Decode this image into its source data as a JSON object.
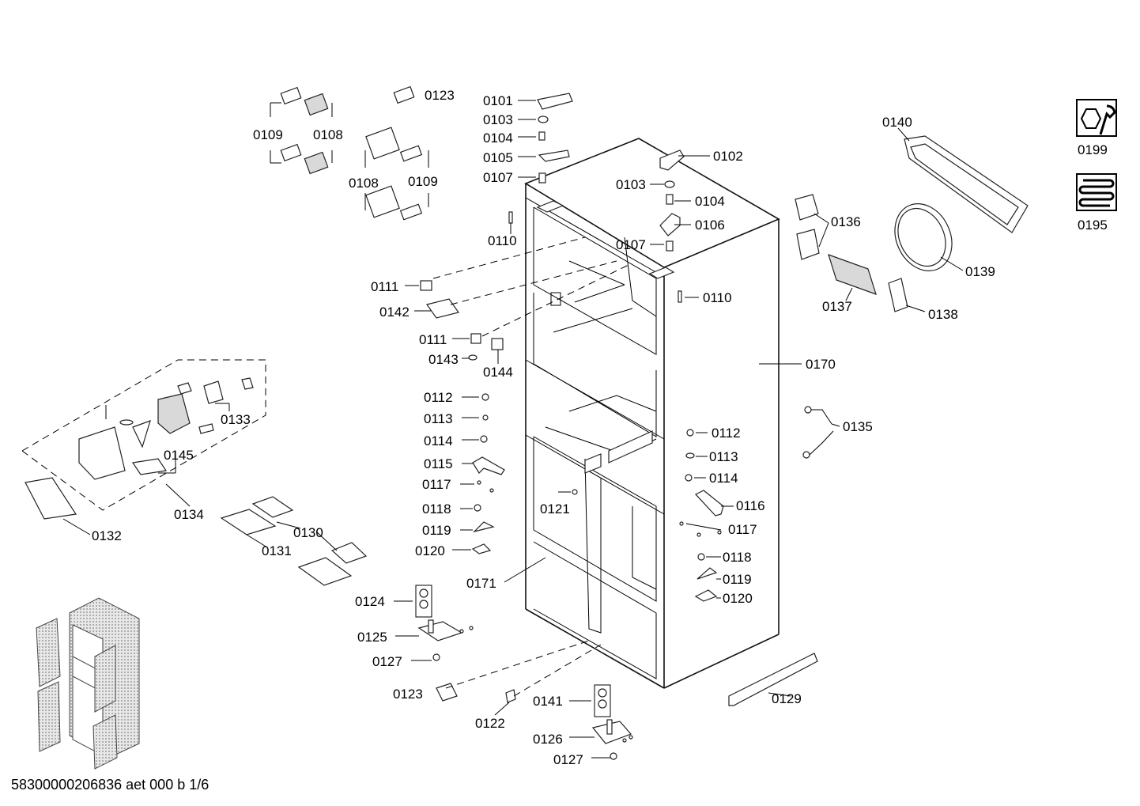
{
  "document_id": "58300000206836 aet 000 b 1/6",
  "labels": {
    "p0101": "0101",
    "p0102": "0102",
    "p0103a": "0103",
    "p0103b": "0103",
    "p0104a": "0104",
    "p0104b": "0104",
    "p0105": "0105",
    "p0106": "0106",
    "p0107a": "0107",
    "p0107b": "0107",
    "p0108a": "0108",
    "p0108b": "0108",
    "p0109a": "0109",
    "p0109b": "0109",
    "p0110a": "0110",
    "p0110b": "0110",
    "p0111a": "0111",
    "p0111b": "0111",
    "p0112a": "0112",
    "p0112b": "0112",
    "p0113a": "0113",
    "p0113b": "0113",
    "p0114a": "0114",
    "p0114b": "0114",
    "p0115": "0115",
    "p0116": "0116",
    "p0117a": "0117",
    "p0117b": "0117",
    "p0118a": "0118",
    "p0118b": "0118",
    "p0119a": "0119",
    "p0119b": "0119",
    "p0120a": "0120",
    "p0120b": "0120",
    "p0121": "0121",
    "p0122": "0122",
    "p0123a": "0123",
    "p0123b": "0123",
    "p0124": "0124",
    "p0125": "0125",
    "p0126": "0126",
    "p0127a": "0127",
    "p0127b": "0127",
    "p0129": "0129",
    "p0130": "0130",
    "p0131": "0131",
    "p0132": "0132",
    "p0133": "0133",
    "p0134": "0134",
    "p0135": "0135",
    "p0136": "0136",
    "p0137": "0137",
    "p0138": "0138",
    "p0139": "0139",
    "p0140": "0140",
    "p0141": "0141",
    "p0142": "0142",
    "p0143": "0143",
    "p0144": "0144",
    "p0145": "0145",
    "p0170": "0170",
    "p0171": "0171",
    "p0195": "0195",
    "p0199": "0199"
  },
  "icons": {
    "tools": "wrench-nut-icon",
    "heater": "heating-coil-icon"
  }
}
